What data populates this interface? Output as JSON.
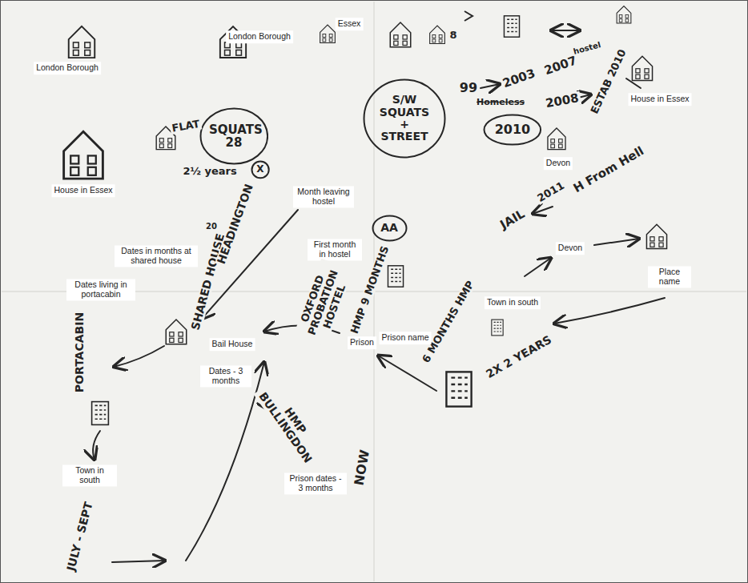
{
  "diagram": {
    "nodes": [
      {
        "text": [
          "SQUATS 28"
        ]
      },
      {
        "text": [
          "X"
        ]
      },
      {
        "text": [
          "S/W SQUATS + STREET"
        ]
      },
      {
        "text": [
          "2010"
        ]
      },
      {
        "text": [
          "AA"
        ]
      }
    ],
    "labels": [
      "London Borough",
      "London Borough",
      "Essex",
      "8",
      "House in Essex",
      "FLAT",
      "2½ years",
      "99",
      "2003",
      "2007",
      "hostel",
      "Homeless",
      "2008",
      "ESTAB 2010",
      "House in Essex",
      "Devon",
      "2011",
      "H From Hell",
      "JAIL",
      "Devon",
      "Place name",
      "Town in south",
      "2X 2 YEARS",
      "6 MONTHS HMP",
      "Prison name",
      "Prison",
      "Month leaving hostel",
      "First month in hostel",
      "OXFORD PROBATION HOSTEL",
      "HMP 9 MONTHS",
      "Dates in months at shared house",
      "SHARED HOUSE",
      "HEADINGTON",
      "20",
      "Dates living in portacabin",
      "Bail House",
      "Dates - 3 months",
      "PORTACABIN",
      "HMP BULLINGDON",
      "Prison dates - 3 months",
      "NOW",
      "Town in south",
      "JULY - SEPT"
    ]
  }
}
